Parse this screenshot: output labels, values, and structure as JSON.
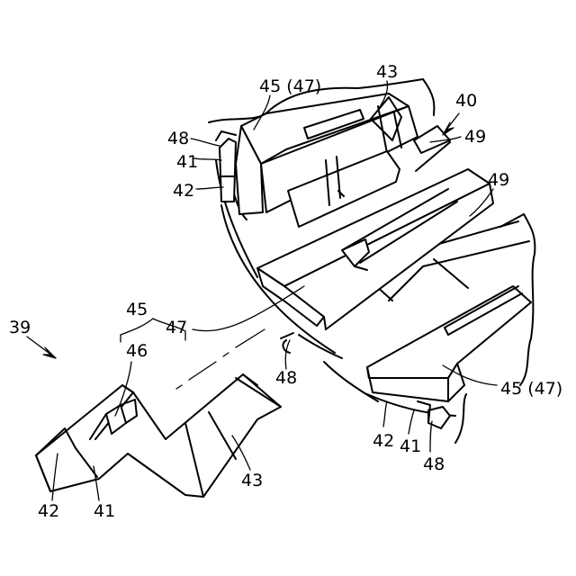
{
  "labels": {
    "n39": "39",
    "n40": "40",
    "n43_top": "43",
    "n45_47_top": "45 (47)",
    "n48_left": "48",
    "n41_left": "41",
    "n42_left": "42",
    "n49_upper": "49",
    "n49_lower": "49",
    "n45": "45",
    "n47": "47",
    "n46": "46",
    "n48_mid": "48",
    "n45_47_right": "45 (47)",
    "n42_bottom": "42",
    "n41_bottom": "41",
    "n48_bottom": "48",
    "n42_part": "42",
    "n41_part": "41",
    "n43_part": "43"
  }
}
